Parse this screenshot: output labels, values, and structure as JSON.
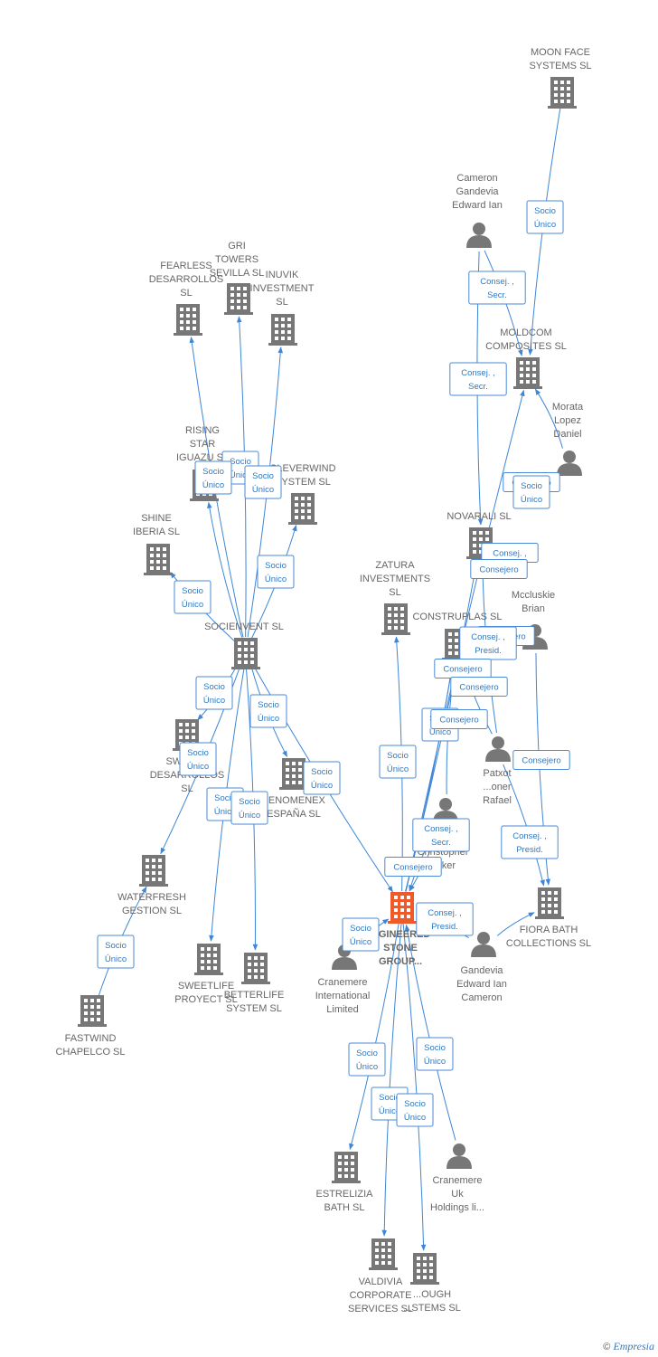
{
  "colors": {
    "edge": "#3d86d8",
    "node": "#777777",
    "focus": "#f05a28",
    "label": "#666666"
  },
  "nodes": [
    {
      "id": "moonface",
      "kind": "company",
      "label": [
        "MOON FACE",
        "SYSTEMS  SL"
      ]
    },
    {
      "id": "cameron",
      "kind": "person",
      "label": [
        "Cameron",
        "Gandevia",
        "Edward Ian"
      ]
    },
    {
      "id": "moldcom",
      "kind": "company",
      "label": [
        "MOLDCOM",
        "COMPOSITES SL"
      ]
    },
    {
      "id": "morata",
      "kind": "person",
      "label": [
        "Morata",
        "Lopez",
        "Daniel"
      ]
    },
    {
      "id": "novarali",
      "kind": "company",
      "label": [
        "NOVARALI SL"
      ]
    },
    {
      "id": "mccluskie",
      "kind": "person",
      "label": [
        "Mccluskie",
        "Brian"
      ]
    },
    {
      "id": "construplas",
      "kind": "company",
      "label": [
        "CONSTRUPLAS SL"
      ]
    },
    {
      "id": "zatura",
      "kind": "company",
      "label": [
        "ZATURA",
        "INVESTMENTS",
        "SL"
      ]
    },
    {
      "id": "patxot",
      "kind": "person",
      "label": [
        "Patxot",
        "...oner",
        "Rafael"
      ]
    },
    {
      "id": "christopher",
      "kind": "person",
      "label": [
        "Christopher",
        "...rker"
      ]
    },
    {
      "id": "fiora",
      "kind": "company",
      "label": [
        "FIORA BATH",
        "COLLECTIONS SL"
      ]
    },
    {
      "id": "engineered",
      "kind": "focus",
      "label": [
        "...GINEERED",
        "STONE",
        "GROUP..."
      ]
    },
    {
      "id": "gandevia",
      "kind": "person",
      "label": [
        "Gandevia",
        "Edward Ian",
        "Cameron"
      ]
    },
    {
      "id": "cranemereint",
      "kind": "person",
      "label": [
        "Cranemere",
        "International",
        "Limited"
      ]
    },
    {
      "id": "cranemereuk",
      "kind": "person",
      "label": [
        "Cranemere",
        "Uk",
        "Holdings li..."
      ]
    },
    {
      "id": "estrelizia",
      "kind": "company",
      "label": [
        "ESTRELIZIA",
        "BATH  SL"
      ]
    },
    {
      "id": "valdivia",
      "kind": "company",
      "label": [
        "VALDIVIA",
        "CORPORATE",
        "SERVICES  SL"
      ]
    },
    {
      "id": "tough",
      "kind": "company",
      "label": [
        "...OUGH",
        "...STEMS  SL"
      ]
    },
    {
      "id": "gritowers",
      "kind": "company",
      "label": [
        "GRI",
        "TOWERS",
        "SEVILLA  SL"
      ]
    },
    {
      "id": "fearless",
      "kind": "company",
      "label": [
        "FEARLESS",
        "DESARROLLOS",
        "SL"
      ]
    },
    {
      "id": "inuvik",
      "kind": "company",
      "label": [
        "INUVIK",
        "INVESTMENT",
        "SL"
      ]
    },
    {
      "id": "rising",
      "kind": "company",
      "label": [
        "RISING",
        "STAR",
        "IGUAZU  SL"
      ]
    },
    {
      "id": "cleverwind",
      "kind": "company",
      "label": [
        "CLEVERWIND",
        "SYSTEM  SL"
      ]
    },
    {
      "id": "shine",
      "kind": "company",
      "label": [
        "SHINE",
        "IBERIA  SL"
      ]
    },
    {
      "id": "socienvent",
      "kind": "company",
      "label": [
        "SOCIENVENT SL"
      ]
    },
    {
      "id": "sweetdes",
      "kind": "company",
      "label": [
        "SWEET...",
        "DESARROLLOS",
        "SL"
      ]
    },
    {
      "id": "fenomenex",
      "kind": "company",
      "label": [
        "FENOMENEX",
        "ESPAÑA  SL"
      ]
    },
    {
      "id": "waterfresh",
      "kind": "company",
      "label": [
        "WATERFRESH",
        "GESTION  SL"
      ]
    },
    {
      "id": "fastwind",
      "kind": "company",
      "label": [
        "FASTWIND",
        "CHAPELCO  SL"
      ]
    },
    {
      "id": "sweetlife",
      "kind": "company",
      "label": [
        "SWEETLIFE",
        "PROYECT  SL"
      ]
    },
    {
      "id": "betterlife",
      "kind": "company",
      "label": [
        "BETTERLIFE",
        "SYSTEM  SL"
      ]
    }
  ],
  "edges": [
    {
      "from": "moonface",
      "to": "moldcom",
      "label": [
        "Socio",
        "Único"
      ]
    },
    {
      "from": "cameron",
      "to": "moldcom",
      "label": [
        "Consej. ,",
        "Secr."
      ]
    },
    {
      "from": "cameron",
      "to": "novarali",
      "label": [
        "Consej. ,",
        "Secr."
      ]
    },
    {
      "from": "morata",
      "to": "moldcom",
      "label": [
        "Consejero"
      ]
    },
    {
      "from": "engineered",
      "to": "moldcom",
      "label": [
        "Socio",
        "Único"
      ]
    },
    {
      "from": "engineered",
      "to": "novarali",
      "label": [
        "Consej. ,"
      ]
    },
    {
      "from": "patxot",
      "to": "novarali",
      "label": [
        "Consejero"
      ]
    },
    {
      "from": "mccluskie",
      "to": "construplas",
      "label": [
        "Consejero"
      ]
    },
    {
      "from": "patxot",
      "to": "construplas",
      "label": [
        "Consej. ,",
        "Presid."
      ]
    },
    {
      "from": "engineered",
      "to": "construplas",
      "label": [
        "Consejero"
      ]
    },
    {
      "from": "christopher",
      "to": "construplas",
      "label": [
        "Consejero"
      ]
    },
    {
      "from": "engineered",
      "to": "construplas",
      "label": [
        "Socio",
        "Único"
      ]
    },
    {
      "from": "mccluskie",
      "to": "fiora",
      "label": [
        "Consejero"
      ]
    },
    {
      "from": "patxot",
      "to": "fiora",
      "label": [
        "Consejero"
      ]
    },
    {
      "from": "gandevia",
      "to": "fiora",
      "label": [
        "Consej. ,",
        "Presid."
      ]
    },
    {
      "from": "christopher",
      "to": "engineered",
      "label": [
        "Consej. ,",
        "Secr."
      ]
    },
    {
      "from": "christopher",
      "to": "engineered",
      "label": [
        "Consejero"
      ]
    },
    {
      "from": "gandevia",
      "to": "engineered",
      "label": [
        "Consej. ,",
        "Presid."
      ]
    },
    {
      "from": "cranemereint",
      "to": "engineered",
      "label": [
        "Socio",
        "Único"
      ]
    },
    {
      "from": "engineered",
      "to": "zatura",
      "label": [
        "Socio",
        "Único"
      ]
    },
    {
      "from": "socienvent",
      "to": "engineered",
      "label": [
        "Socio",
        "Único"
      ]
    },
    {
      "from": "engineered",
      "to": "estrelizia",
      "label": [
        "Socio",
        "Único"
      ]
    },
    {
      "from": "engineered",
      "to": "valdivia",
      "label": [
        "Socio",
        "Único"
      ]
    },
    {
      "from": "engineered",
      "to": "tough",
      "label": [
        "Socio",
        "Único"
      ]
    },
    {
      "from": "cranemereuk",
      "to": "engineered",
      "label": [
        "Socio",
        "Único"
      ]
    },
    {
      "from": "socienvent",
      "to": "gritowers",
      "label": [
        "Socio",
        "Único"
      ]
    },
    {
      "from": "socienvent",
      "to": "fearless",
      "label": [
        "Socio",
        "Único"
      ]
    },
    {
      "from": "socienvent",
      "to": "inuvik",
      "label": [
        "Socio",
        "Único"
      ]
    },
    {
      "from": "socienvent",
      "to": "rising",
      "label": [
        "Socio",
        "Único"
      ]
    },
    {
      "from": "socienvent",
      "to": "cleverwind",
      "label": [
        "Socio",
        "Único"
      ]
    },
    {
      "from": "socienvent",
      "to": "shine",
      "label": [
        "Socio",
        "Único"
      ]
    },
    {
      "from": "socienvent",
      "to": "sweetdes",
      "label": [
        "Socio",
        "Único"
      ]
    },
    {
      "from": "socienvent",
      "to": "fenomenex",
      "label": [
        "Socio",
        "Único"
      ]
    },
    {
      "from": "socienvent",
      "to": "waterfresh",
      "label": [
        "Socio",
        "Único"
      ]
    },
    {
      "from": "socienvent",
      "to": "sweetlife",
      "label": [
        "Socio",
        "Único"
      ]
    },
    {
      "from": "socienvent",
      "to": "betterlife",
      "label": [
        "Socio",
        "Único"
      ]
    },
    {
      "from": "fastwind",
      "to": "waterfresh",
      "label": [
        "Socio",
        "Único"
      ]
    }
  ],
  "footer": {
    "copyright": "©",
    "brand": "Empresia"
  }
}
